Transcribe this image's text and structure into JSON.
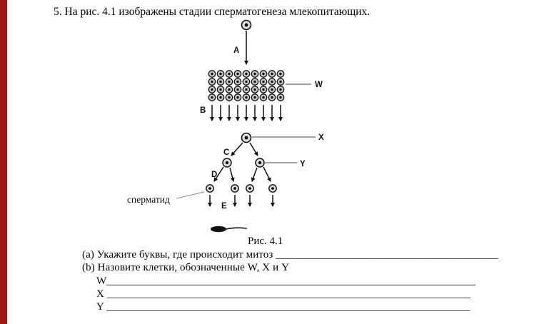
{
  "colors": {
    "accent_bar": "#9e1a13",
    "ink": "#111111"
  },
  "header": {
    "title": "5. На рис. 4.1 изображены стадии сперматогенеза млекопитающих."
  },
  "figure": {
    "caption": "Рис. 4.1",
    "labels": {
      "A": "A",
      "B": "B",
      "C": "C",
      "D": "D",
      "E": "E",
      "W": "W",
      "X": "X",
      "Y": "Y",
      "spermatid": "сперматид"
    }
  },
  "questions": {
    "a": "(a) Укажите буквы, где происходит митоз _________________________________________",
    "b": "(b) Назовите клетки, обозначенные W, X и Y",
    "w": "W____________________________________________________________________",
    "x": "X ___________________________________________________________________",
    "y": "Y ___________________________________________________________________"
  }
}
